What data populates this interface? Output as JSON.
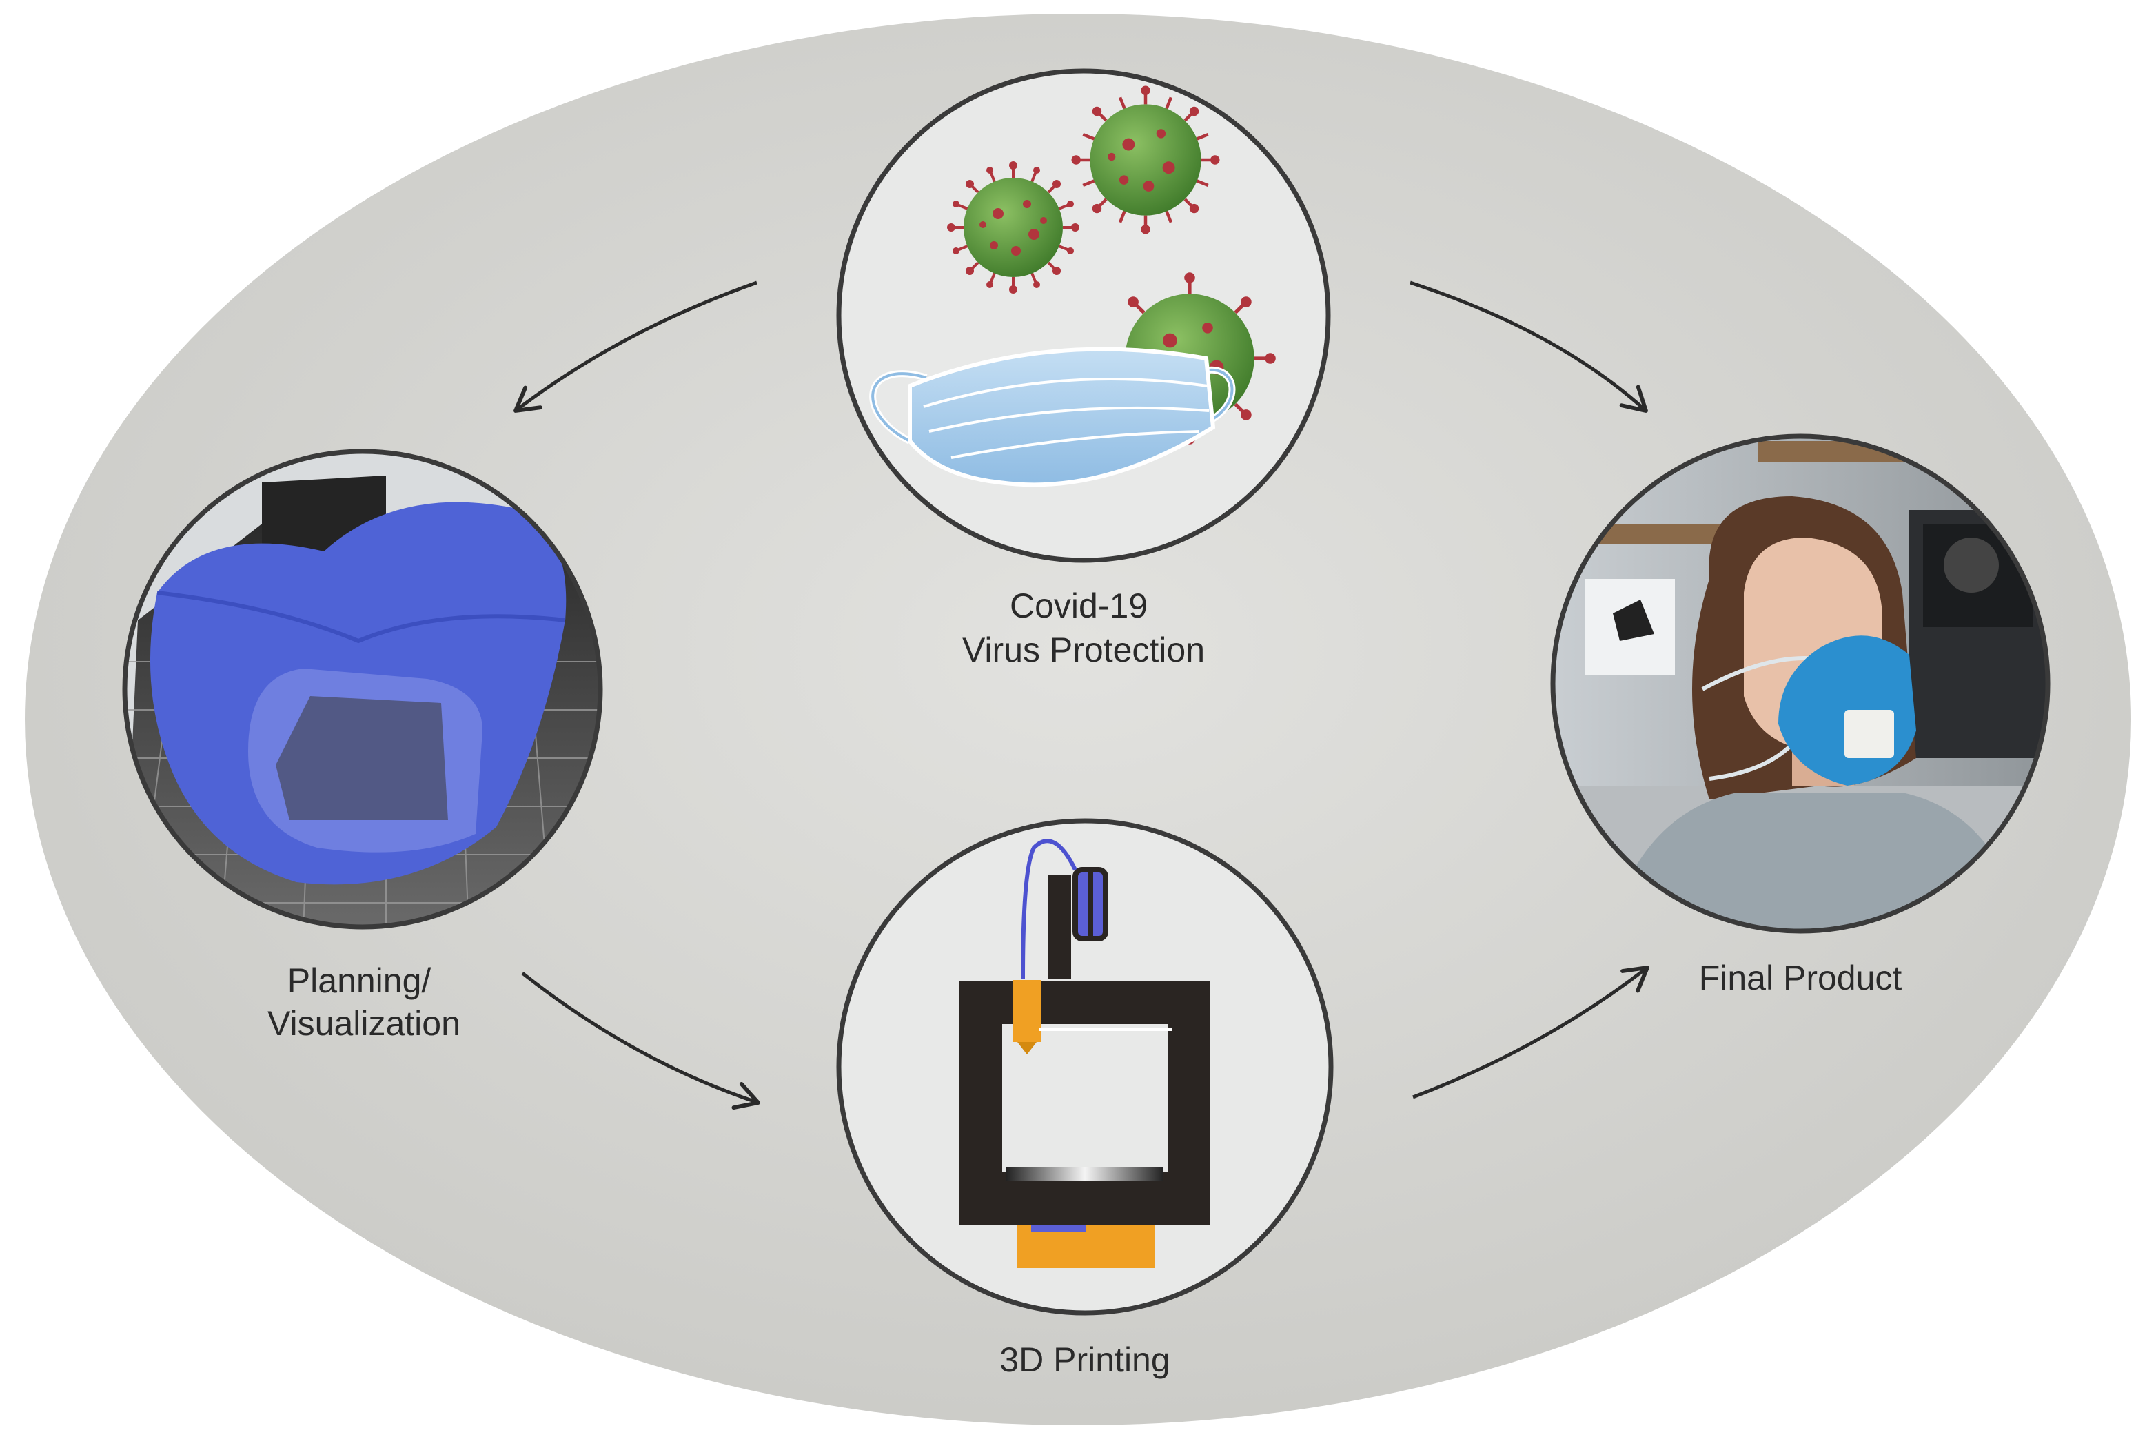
{
  "diagram": {
    "stages": [
      {
        "id": "virus-protection",
        "label_lines": [
          "Covid-19",
          "Virus Protection"
        ]
      },
      {
        "id": "planning",
        "label_lines": [
          "Planning/",
          "Visualization"
        ]
      },
      {
        "id": "printing",
        "label_lines": [
          "3D Printing"
        ]
      },
      {
        "id": "final-product",
        "label_lines": [
          "Final Product"
        ]
      }
    ],
    "arrows": [
      {
        "from": "virus-protection",
        "to": "planning"
      },
      {
        "from": "virus-protection",
        "to": "final-product"
      },
      {
        "from": "planning",
        "to": "printing"
      },
      {
        "from": "printing",
        "to": "final-product"
      }
    ],
    "colors": {
      "background_ellipse": "#d3d3cf",
      "circle_fill": "#e8e9e8",
      "circle_border": "#3a3a3a",
      "arrow": "#2a2a2a",
      "virus_green": "#5e9a3a",
      "virus_spike": "#b1353d",
      "mask_blue": "#a9cdea",
      "model_blue": "#4f63d6",
      "printer_frame": "#2a2522",
      "printer_orange": "#f0a023",
      "product_mask": "#2b8fcf"
    }
  }
}
